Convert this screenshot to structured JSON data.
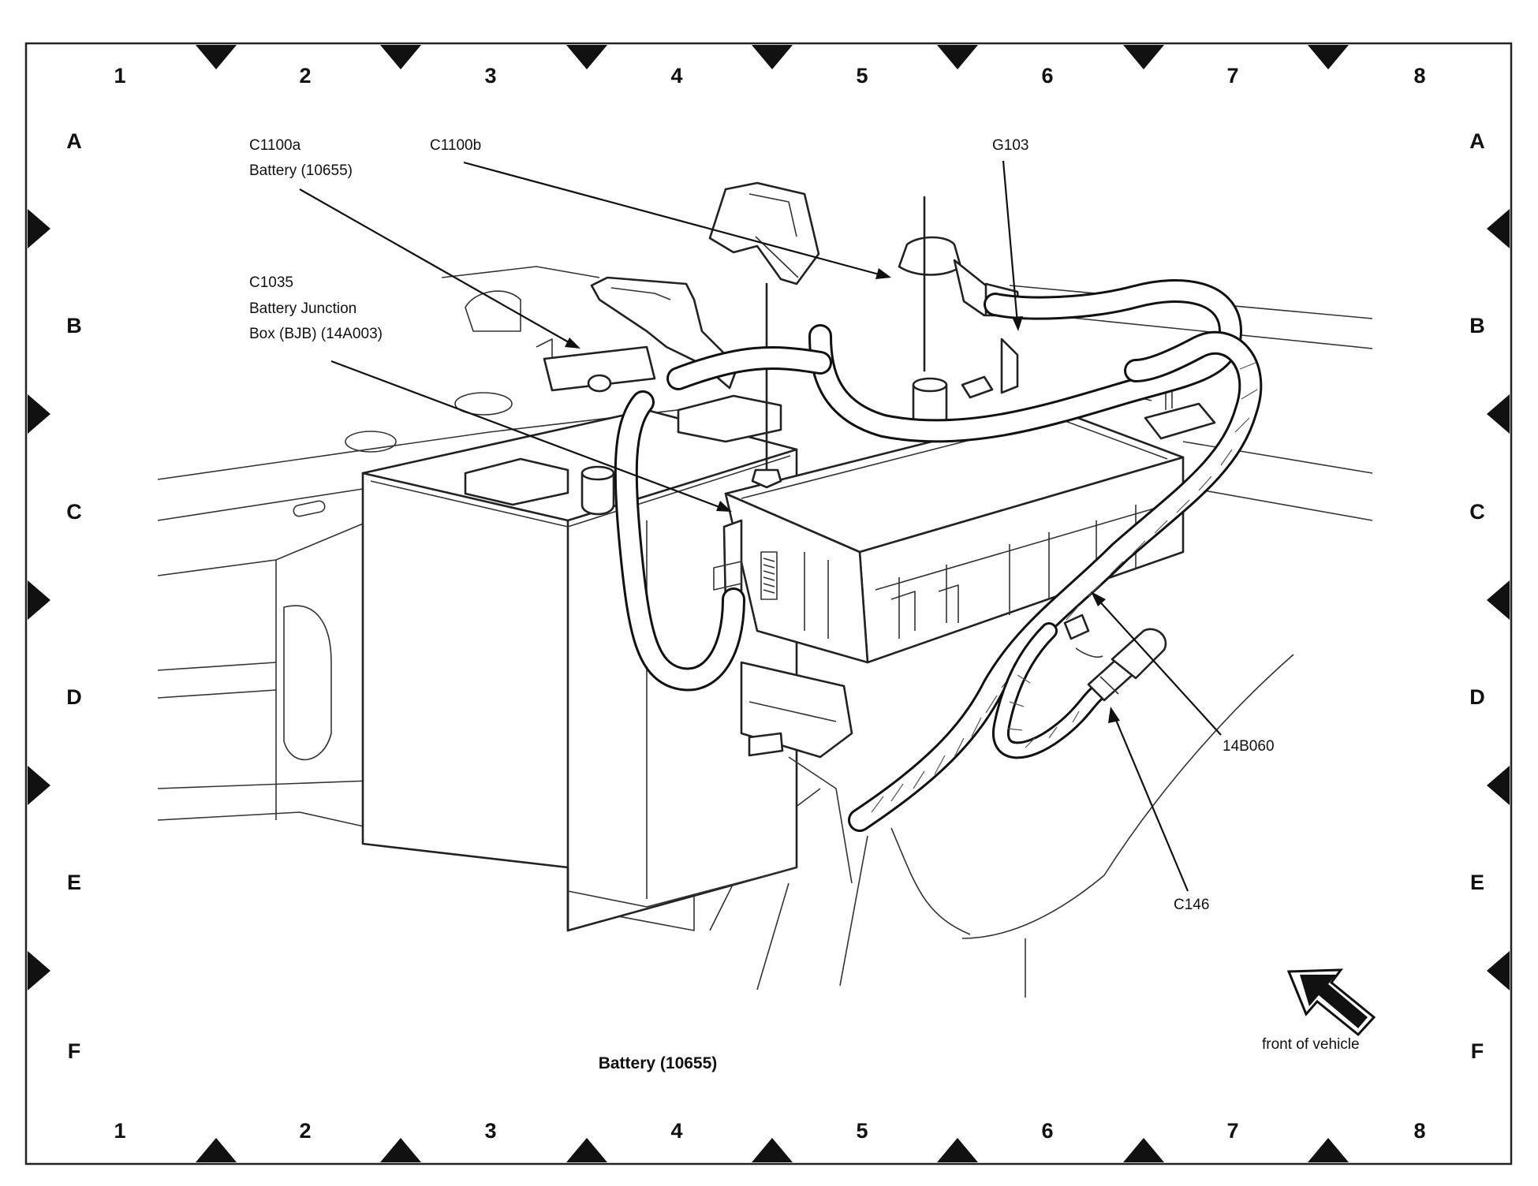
{
  "grid": {
    "columns": [
      "1",
      "2",
      "3",
      "4",
      "5",
      "6",
      "7",
      "8"
    ],
    "rows": [
      "A",
      "B",
      "C",
      "D",
      "E",
      "F"
    ]
  },
  "callouts": {
    "c1100a": [
      "C1100a",
      "Battery (10655)"
    ],
    "c1100b": "C1100b",
    "g103": "G103",
    "c1035": [
      "C1035",
      "Battery Junction",
      "Box (BJB) (14A003)"
    ],
    "harness": "14B060",
    "c146": "C146",
    "front": "front of vehicle"
  },
  "caption": "Battery (10655)"
}
